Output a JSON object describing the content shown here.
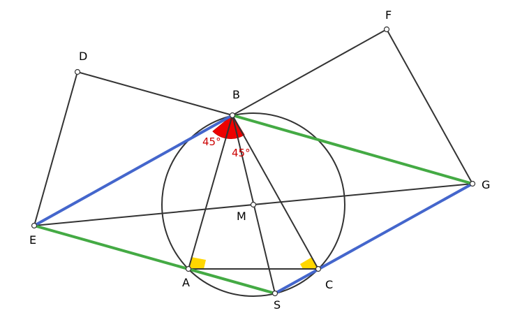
{
  "figure": {
    "points": {
      "D": "D",
      "F": "F",
      "B": "B",
      "G": "G",
      "M": "M",
      "E": "E",
      "A": "A",
      "C": "C",
      "S": "S"
    },
    "angle_labels": {
      "left": "45°",
      "right": "45°"
    },
    "colors": {
      "line": "#333333",
      "blue": "#4466cc",
      "green": "#44aa44",
      "angle_red": "#ee0000",
      "right_angle_yellow": "#ffd700",
      "angle_label": "#cc0000"
    }
  }
}
